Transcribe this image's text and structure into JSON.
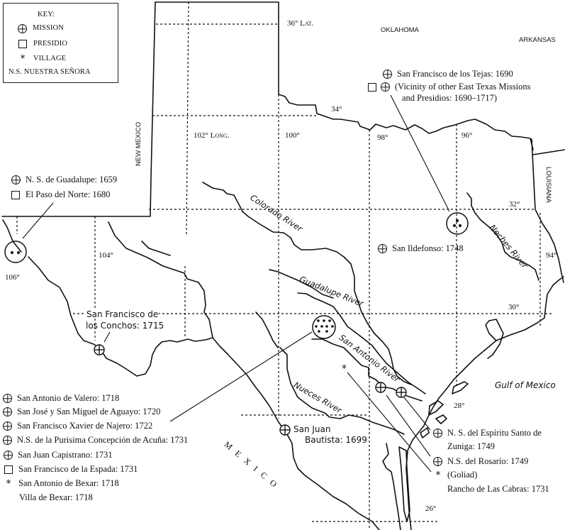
{
  "key": {
    "title": "KEY:",
    "items": [
      {
        "symbol": "mission-icon",
        "label": "MISSION"
      },
      {
        "symbol": "presidio-icon",
        "label": "PRESIDIO"
      },
      {
        "symbol": "village-icon",
        "label": "VILLAGE"
      }
    ],
    "abbreviation": "N.S. NUESTRA SEÑORA"
  },
  "regions": {
    "oklahoma": "OKLAHOMA",
    "arkansas": "ARKANSAS",
    "louisiana": "LOUISIANA",
    "new_mexico": "NEW MEXICO",
    "mexico": "M E X I C O",
    "gulf": "Gulf of Mexico"
  },
  "gridlines": {
    "lat_36": "36° Lat.",
    "lat_34": "34°",
    "lat_32": "32°",
    "lat_30": "30°",
    "lat_28": "28°",
    "lat_26": "26°",
    "long_106": "106°",
    "long_104": "104°",
    "long_102": "102° Long.",
    "long_100": "100°",
    "long_98": "98°",
    "long_96": "96°",
    "long_94": "94°"
  },
  "rivers": {
    "colorado": "Colorado River",
    "guadalupe": "Guadalupe River",
    "san_antonio": "San Antonio River",
    "nueces": "Nueces River",
    "neches": "Neches River"
  },
  "sites": {
    "east_texas": {
      "line1": "San Francisco de los Tejas: 1690",
      "line2": "(Vicinity of other East Texas Missions",
      "line3": "and Presidios: 1690–1717)"
    },
    "el_paso": {
      "mission": "N. S. de Guadalupe: 1659",
      "presidio": "El Paso del Norte: 1680"
    },
    "san_ildefonso": "San Ildefonso: 1748",
    "conchos": {
      "line1": "San Francisco de",
      "line2": "los Conchos: 1715"
    },
    "san_juan_bautista": {
      "line1": "San Juan",
      "line2": "Bautista: 1699"
    },
    "san_antonio_group": [
      {
        "symbol": "mission",
        "label": "San Antonio de Valero: 1718"
      },
      {
        "symbol": "mission",
        "label": "San José y San Miguel de Aguayo: 1720"
      },
      {
        "symbol": "mission",
        "label": "San Francisco Xavier de Najero: 1722"
      },
      {
        "symbol": "mission",
        "label": "N.S. de la Purisima Concepción de Acuña: 1731"
      },
      {
        "symbol": "mission",
        "label": "San Juan Capistrano: 1731"
      },
      {
        "symbol": "presidio",
        "label": "San Francisco de la Espada: 1731"
      },
      {
        "symbol": "village",
        "label": "San Antonio de Bexar: 1718"
      },
      {
        "symbol": "none",
        "label": "Villa de Bexar: 1718"
      }
    ],
    "goliad_group": [
      {
        "symbol": "mission",
        "label": "N. S. del Espíritu Santo de"
      },
      {
        "symbol": "none",
        "label": "Zuniga: 1749"
      },
      {
        "symbol": "mission",
        "label": "N.S. del Rosarío: 1749"
      },
      {
        "symbol": "village",
        "label": "(Goliad)"
      },
      {
        "symbol": "none",
        "label": "Rancho de Las Cabras: 1731"
      }
    ]
  },
  "colors": {
    "ink": "#111111",
    "paper": "#ffffff"
  }
}
